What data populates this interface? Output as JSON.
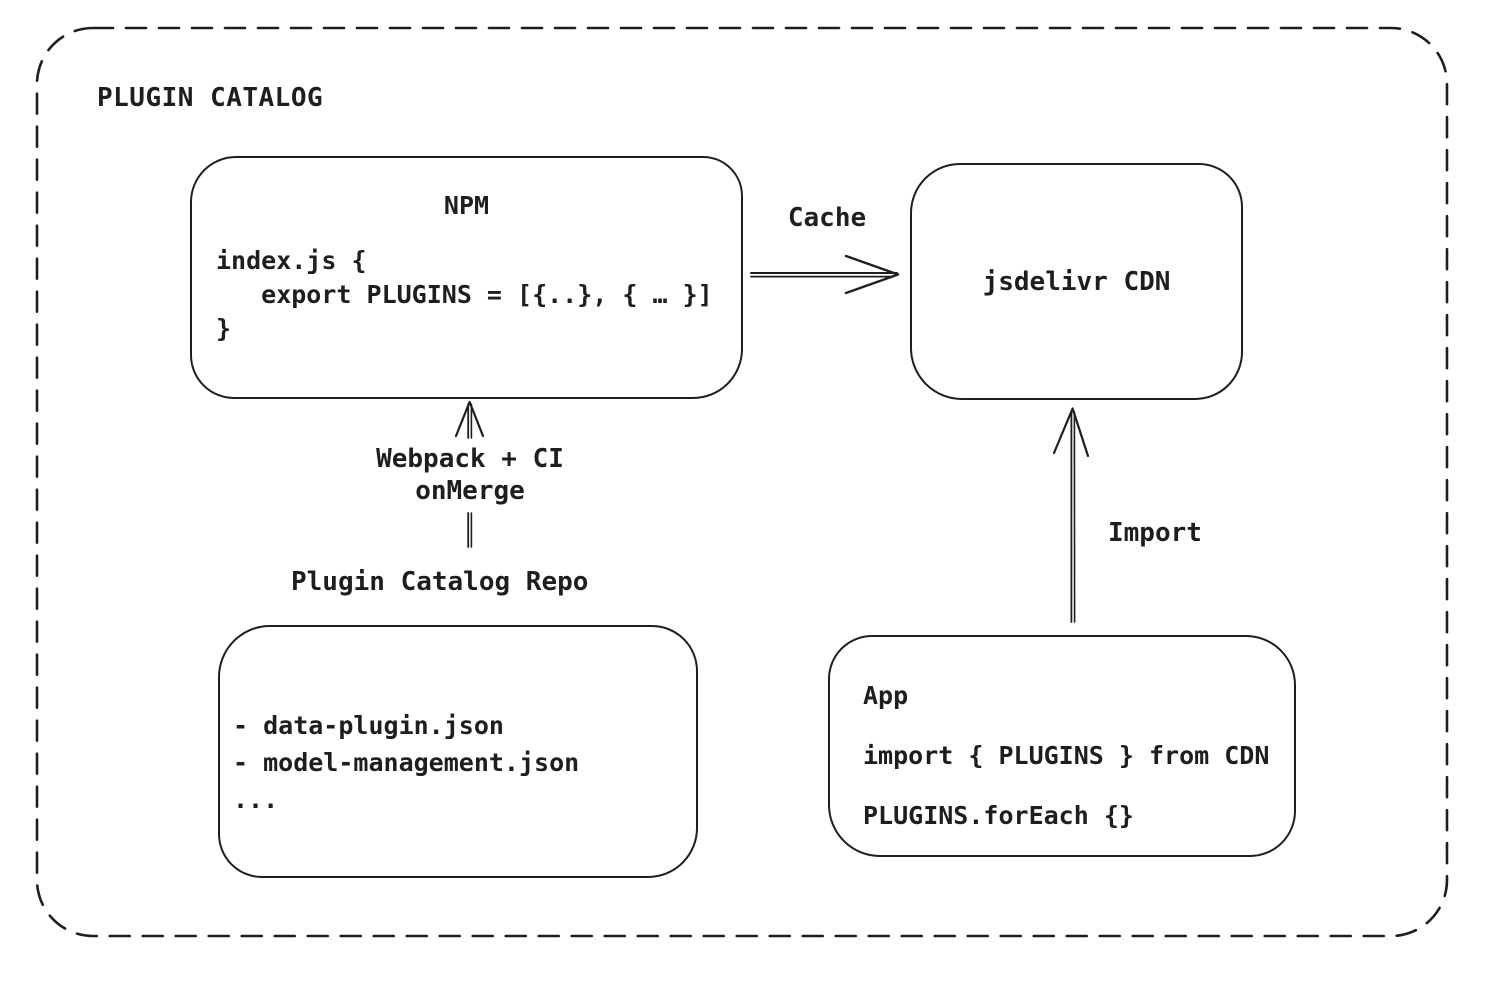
{
  "colors": {
    "stroke": "#1e1e1e",
    "background": "#ffffff"
  },
  "frame": {
    "title": "PLUGIN CATALOG"
  },
  "nodes": {
    "npm": {
      "title": "NPM",
      "code": [
        "index.js {",
        "   export PLUGINS = [{..}, { … }]",
        "}"
      ]
    },
    "cdn": {
      "label": "jsdelivr CDN"
    },
    "repo": {
      "label": "Plugin Catalog Repo",
      "files": [
        "- data-plugin.json",
        "- model-management.json",
        "..."
      ]
    },
    "app": {
      "title": "App",
      "code": [
        "import { PLUGINS } from CDN",
        "PLUGINS.forEach {}"
      ]
    }
  },
  "edges": {
    "cache": {
      "label": "Cache"
    },
    "build": {
      "label_line1": "Webpack + CI",
      "label_line2": "onMerge"
    },
    "import": {
      "label": "Import"
    }
  }
}
